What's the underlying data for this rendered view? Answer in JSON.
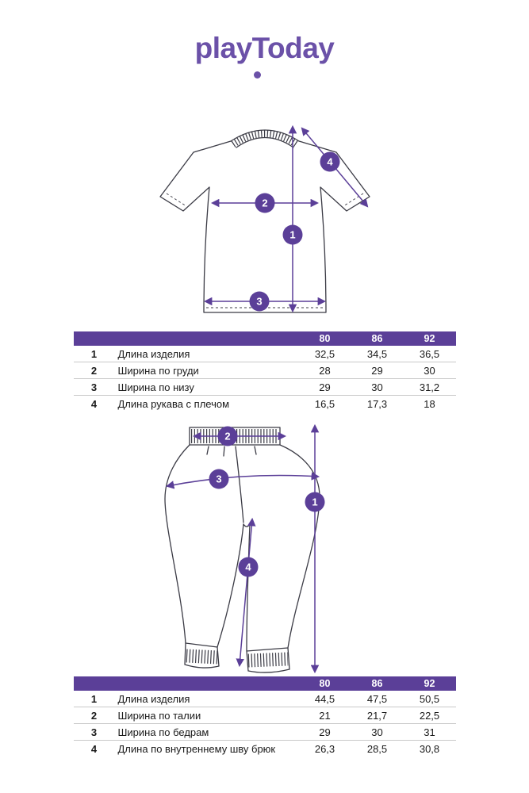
{
  "colors": {
    "accent": "#5b3f98",
    "logo": "#6b51a8",
    "art": "#3b3b45"
  },
  "brand": {
    "logo_text": "playToday"
  },
  "shirt": {
    "markers": [
      "1",
      "2",
      "3",
      "4"
    ],
    "table": {
      "sizes": [
        "80",
        "86",
        "92"
      ],
      "rows": [
        {
          "num": "1",
          "label": "Длина изделия",
          "values": [
            "32,5",
            "34,5",
            "36,5"
          ]
        },
        {
          "num": "2",
          "label": "Ширина по груди",
          "values": [
            "28",
            "29",
            "30"
          ]
        },
        {
          "num": "3",
          "label": "Ширина по низу",
          "values": [
            "29",
            "30",
            "31,2"
          ]
        },
        {
          "num": "4",
          "label": "Длина рукава с плечом",
          "values": [
            "16,5",
            "17,3",
            "18"
          ]
        }
      ]
    }
  },
  "pants": {
    "markers": [
      "1",
      "2",
      "3",
      "4"
    ],
    "table": {
      "sizes": [
        "80",
        "86",
        "92"
      ],
      "rows": [
        {
          "num": "1",
          "label": "Длина изделия",
          "values": [
            "44,5",
            "47,5",
            "50,5"
          ]
        },
        {
          "num": "2",
          "label": "Ширина по талии",
          "values": [
            "21",
            "21,7",
            "22,5"
          ]
        },
        {
          "num": "3",
          "label": "Ширина по бедрам",
          "values": [
            "29",
            "30",
            "31"
          ]
        },
        {
          "num": "4",
          "label": "Длина по внутреннему шву брюк",
          "values": [
            "26,3",
            "28,5",
            "30,8"
          ]
        }
      ]
    }
  }
}
